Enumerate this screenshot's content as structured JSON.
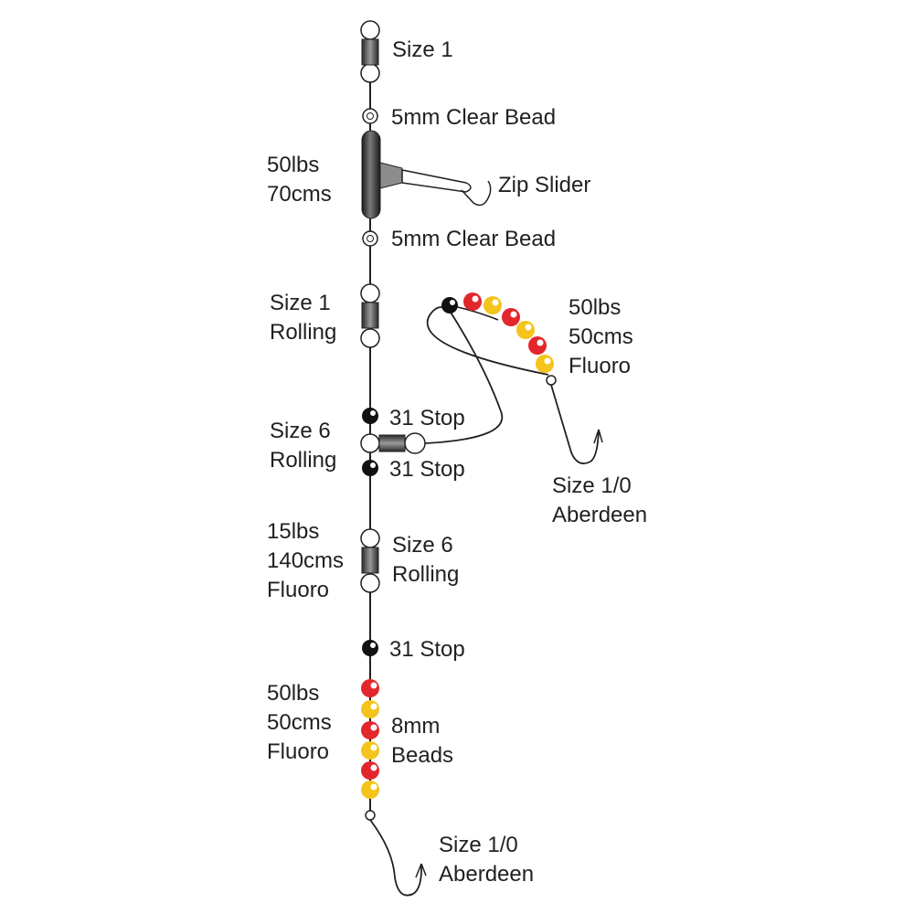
{
  "colors": {
    "line": "#231f20",
    "bead_red": "#e3262b",
    "bead_yellow": "#f4c41c",
    "bead_black": "#111111",
    "swivel_dark": "#3a3a3a",
    "swivel_light": "#9a9a9a"
  },
  "labels": {
    "top_swivel": "Size 1",
    "clear_bead_upper": "5mm Clear Bead",
    "zip_slider": "Zip Slider",
    "clear_bead_lower": "5mm Clear Bead",
    "main_line_weight": "50lbs",
    "main_line_length": "70cms",
    "swivel_size1_rolling_size": "Size 1",
    "swivel_size1_rolling_type": "Rolling",
    "stop_upper": "31 Stop",
    "stop_middle": "31 Stop",
    "stop_lower": "31 Stop",
    "swivel_size6_rolling_upper_size": "Size 6",
    "swivel_size6_rolling_upper_type": "Rolling",
    "snood_upper_weight": "50lbs",
    "snood_upper_length": "50cms",
    "snood_upper_material": "Fluoro",
    "hook_upper_size": "Size 1/0",
    "hook_upper_type": "Aberdeen",
    "body_line_weight": "15lbs",
    "body_line_length": "140cms",
    "body_line_material": "Fluoro",
    "swivel_size6_rolling_lower_size": "Size 6",
    "swivel_size6_rolling_lower_type": "Rolling",
    "snood_lower_weight": "50lbs",
    "snood_lower_length": "50cms",
    "snood_lower_material": "Fluoro",
    "beads_size": "8mm",
    "beads_type": "Beads",
    "hook_lower_size": "Size 1/0",
    "hook_lower_type": "Aberdeen"
  },
  "icons": [
    "swivel-icon",
    "clear-bead-icon",
    "zip-slider-icon",
    "stop-bead-icon",
    "lure-bead-icon",
    "hook-icon"
  ]
}
